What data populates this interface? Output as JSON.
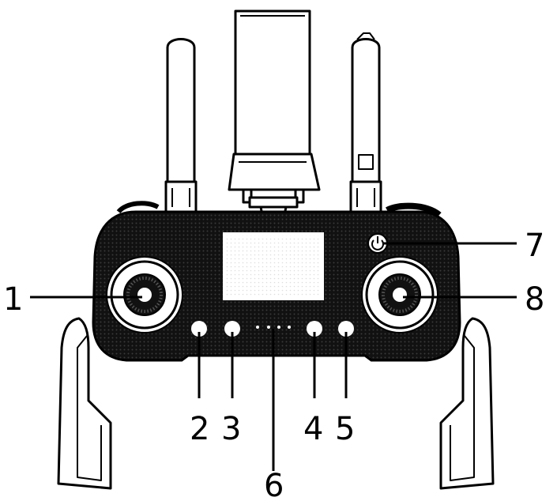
{
  "colors": {
    "stroke": "#000000",
    "body": "#111111",
    "paper": "#ffffff",
    "texture": "#3a3a3a"
  },
  "callouts": {
    "left_stick": "1",
    "button_2": "2",
    "button_3": "3",
    "button_4": "4",
    "button_5": "5",
    "indicator_lights": "6",
    "power_button": "7",
    "right_stick": "8"
  }
}
